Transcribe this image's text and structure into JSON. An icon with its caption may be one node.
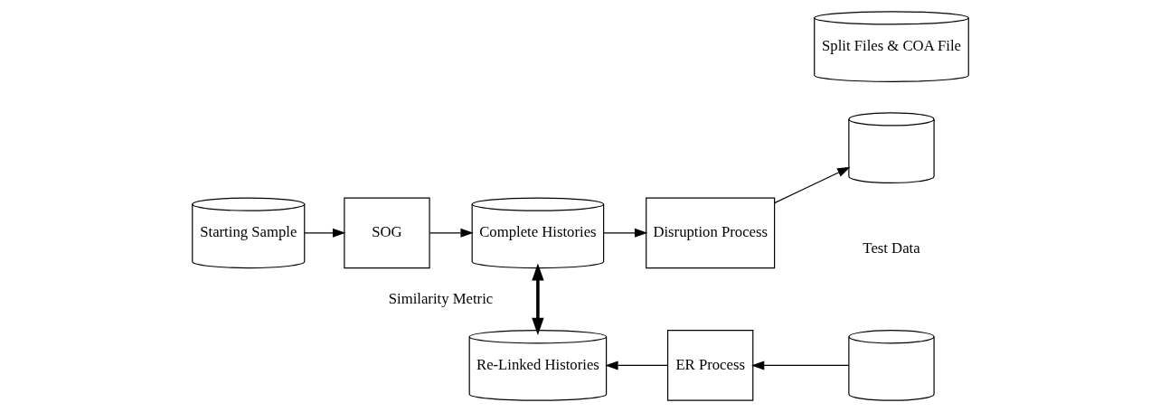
{
  "diagram": {
    "nodes": [
      {
        "text": [
          "Starting Sample"
        ]
      },
      {
        "text": [
          "SOG"
        ]
      },
      {
        "text": [
          "Complete Histories"
        ]
      },
      {
        "text": [
          "Disruption Process"
        ]
      },
      {
        "text": [],
        "shape": "cylinder"
      },
      {
        "text": [],
        "shape": "cylinder"
      },
      {
        "text": [
          "Split Files & COA File"
        ]
      },
      {
        "text": [
          "ER Process"
        ]
      },
      {
        "text": [
          "Re-Linked Histories"
        ]
      }
    ],
    "edges": [
      {
        "from": 0,
        "to": 1,
        "arrow": "to"
      },
      {
        "from": 1,
        "to": 2,
        "arrow": "to"
      },
      {
        "from": 2,
        "to": 3,
        "arrow": "to"
      },
      {
        "from": 3,
        "to": 4,
        "arrow": "to"
      },
      {
        "from": 5,
        "to": 7,
        "arrow": "to"
      },
      {
        "from": 7,
        "to": 8,
        "arrow": "to"
      },
      {
        "from": 2,
        "to": 8,
        "arrow": "both",
        "label": "Similarity Metric",
        "style": "thick"
      }
    ],
    "labels": [
      "Test Data"
    ]
  }
}
